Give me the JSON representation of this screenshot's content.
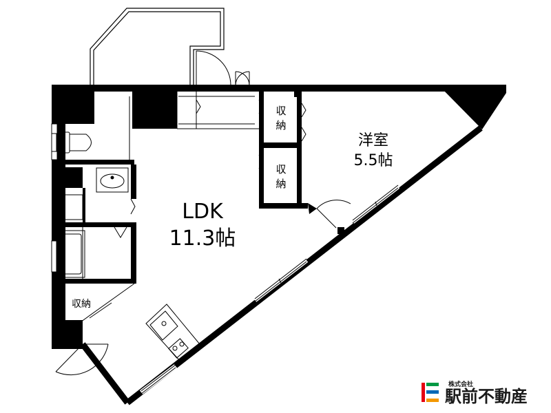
{
  "rooms": {
    "ldk": {
      "name": "LDK",
      "size": "11.3帖"
    },
    "western": {
      "name": "洋室",
      "size": "5.5帖"
    },
    "storage_top_lines": [
      "収",
      "納"
    ],
    "storage_mid_lines": [
      "収",
      "納"
    ],
    "storage_bottom": "収納"
  },
  "logo": {
    "company_type": "株式会社",
    "name": "駅前不動産",
    "colors": {
      "red": "#e60012",
      "green": "#009944",
      "blue": "#0068b7",
      "orange": "#f39800"
    }
  }
}
